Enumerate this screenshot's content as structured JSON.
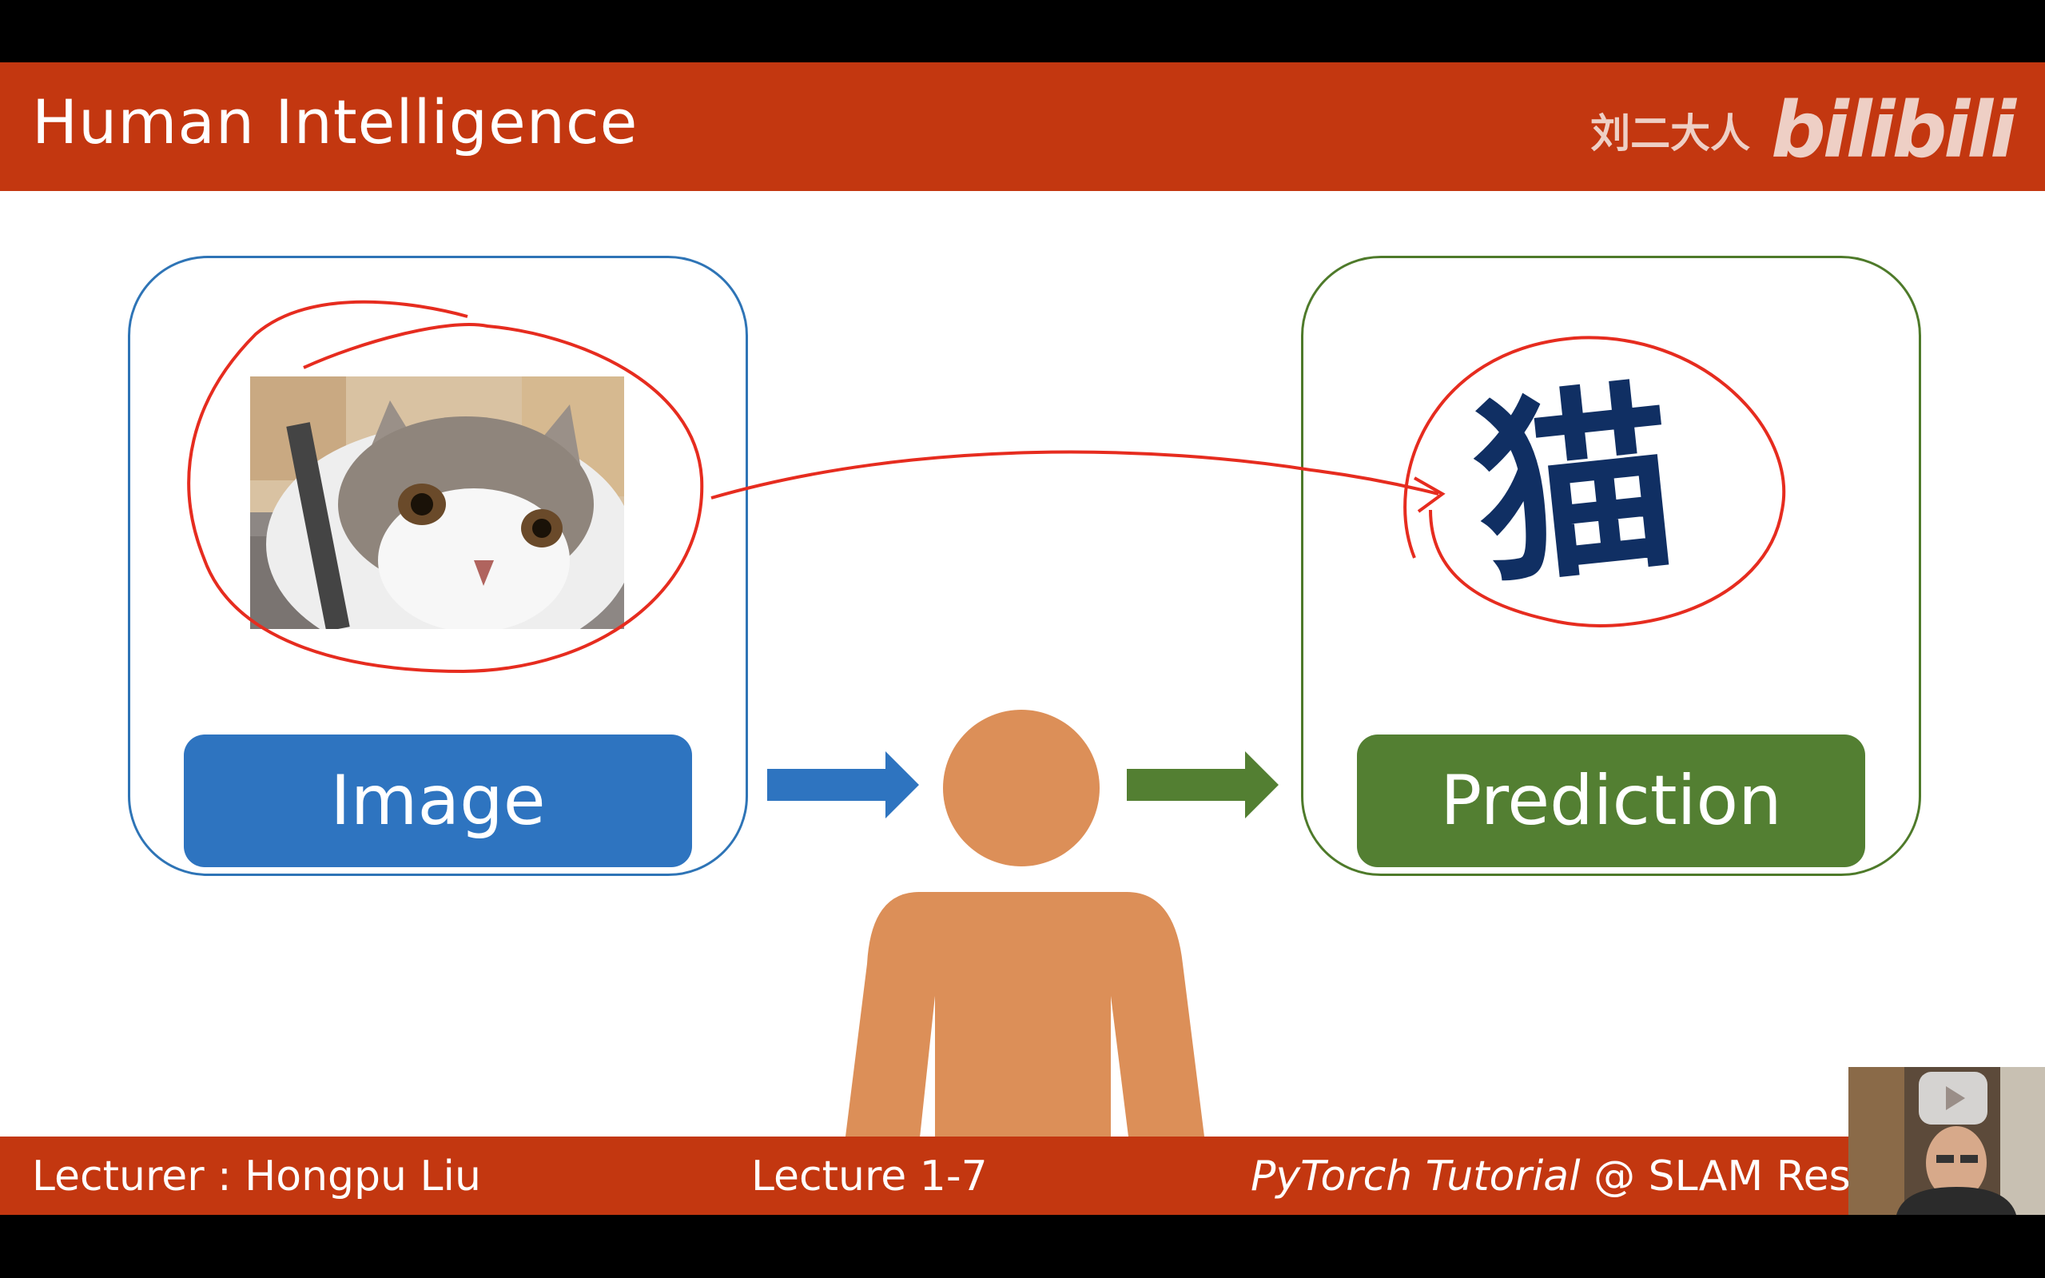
{
  "slide": {
    "title": "Human Intelligence",
    "watermark": {
      "author": "刘二大人",
      "brand": "bilibili"
    },
    "input_box": {
      "label": "Image",
      "image_description_icon": "cat-photo"
    },
    "output_box": {
      "label": "Prediction",
      "character": "猫"
    },
    "footer": {
      "lecturer": "Lecturer : Hongpu Liu",
      "lecture": "Lecture 1-7",
      "course": "PyTorch Tutorial",
      "org": " @ SLAM Resear"
    }
  },
  "colors": {
    "title_bar": "#c33710",
    "blue": "#2e74c0",
    "green": "#537f32",
    "person": "#dc8f58",
    "annotation": "#e62c1f",
    "hanzi": "#102f63"
  }
}
